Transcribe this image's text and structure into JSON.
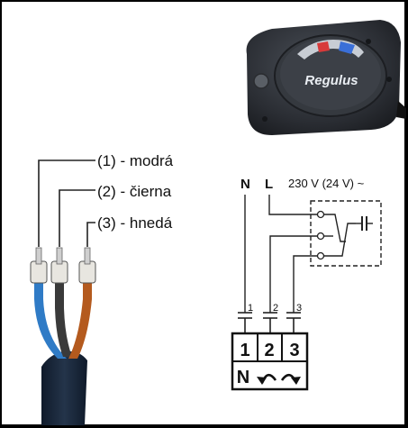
{
  "device": {
    "brand": "Regulus"
  },
  "wires": [
    {
      "label": "(1) - modrá",
      "color": "#2f7bc6"
    },
    {
      "label": "(2)  - čierna",
      "color": "#3a3a3a"
    },
    {
      "label": "(3) - hnedá",
      "color": "#b45a1e"
    }
  ],
  "supply": {
    "neutral": "N",
    "live": "L",
    "voltage": "230 V (24 V) ~"
  },
  "pins": [
    "1",
    "2",
    "3"
  ],
  "terminal": {
    "numbers": [
      "1",
      "2",
      "3"
    ],
    "neutral": "N"
  }
}
